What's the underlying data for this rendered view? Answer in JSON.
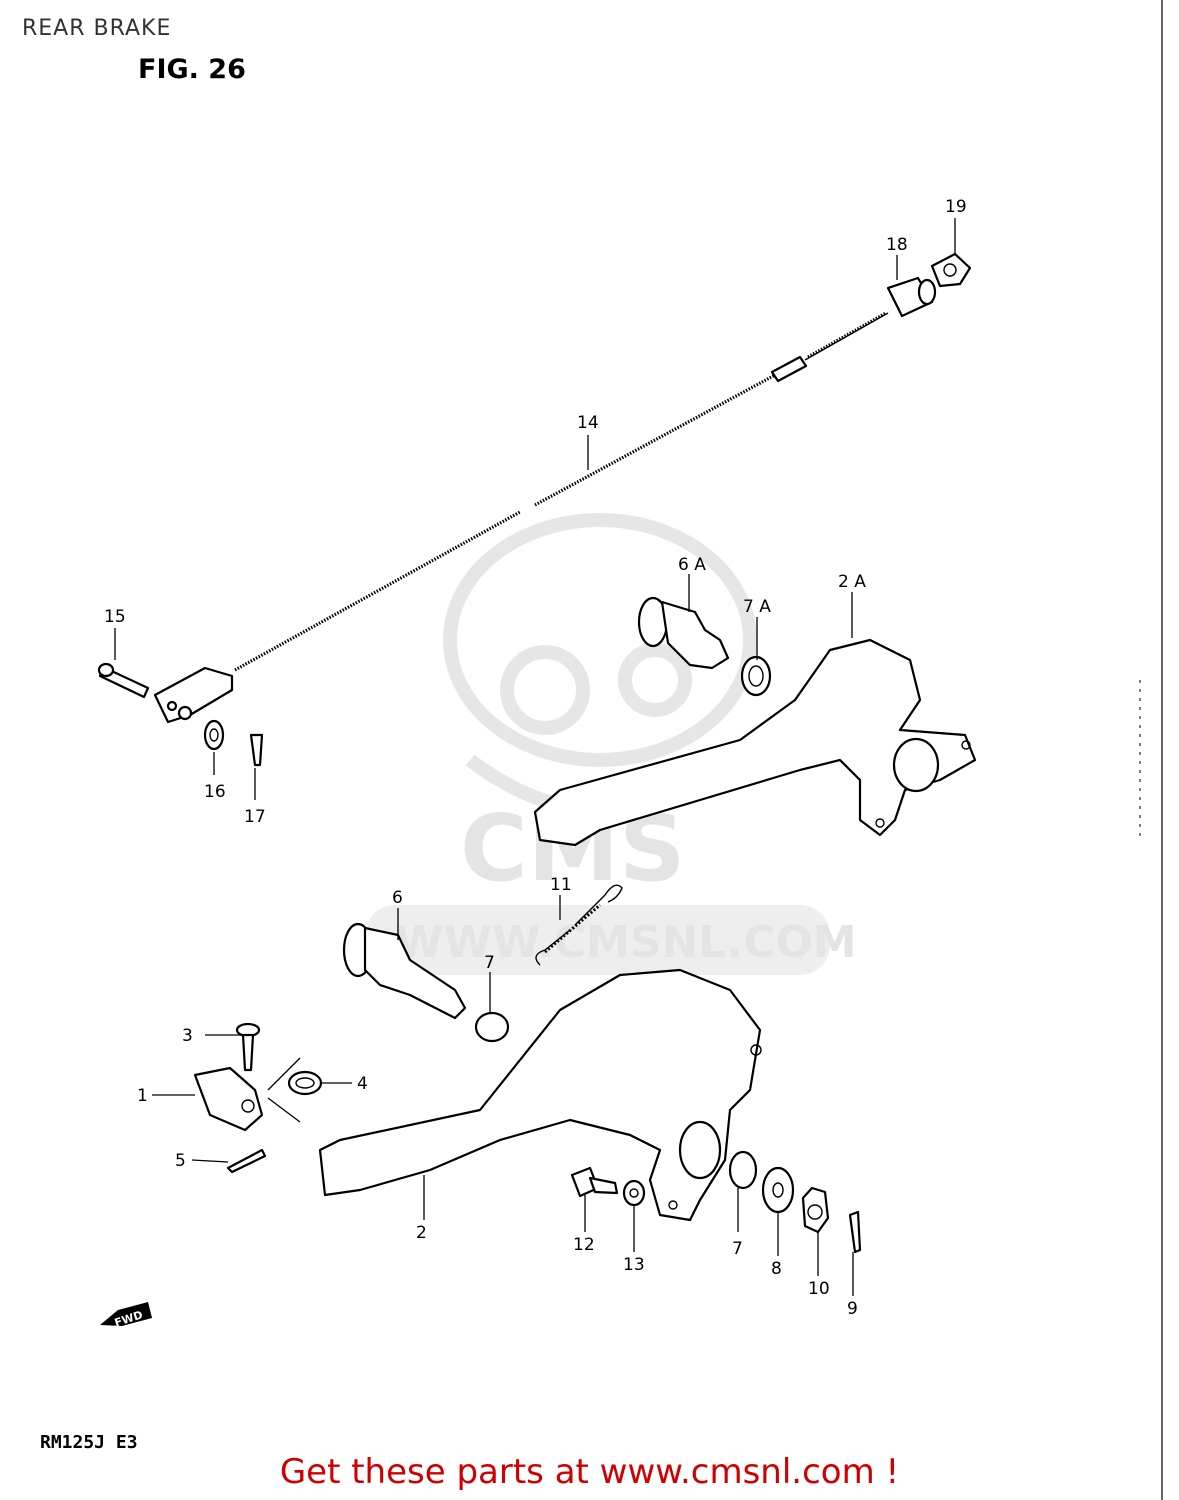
{
  "header": {
    "title": "REAR BRAKE",
    "figure": "FIG. 26"
  },
  "watermark": {
    "brand": "CMS",
    "url": "WWW.CMSNL.COM"
  },
  "callouts": {
    "c1": "1",
    "c2": "2",
    "c2A": "2 A",
    "c3": "3",
    "c4": "4",
    "c5": "5",
    "c6": "6",
    "c6A": "6 A",
    "c7": "7",
    "c7b": "7",
    "c7A": "7 A",
    "c8": "8",
    "c9": "9",
    "c10": "10",
    "c11": "11",
    "c12": "12",
    "c13": "13",
    "c14": "14",
    "c15": "15",
    "c16": "16",
    "c17": "17",
    "c18": "18",
    "c19": "19"
  },
  "fwd_label": "FWD",
  "model": "RM125J E3",
  "footer": {
    "cta": "Get these parts at www.cmsnl.com !",
    "cta_color": "#d10000"
  }
}
